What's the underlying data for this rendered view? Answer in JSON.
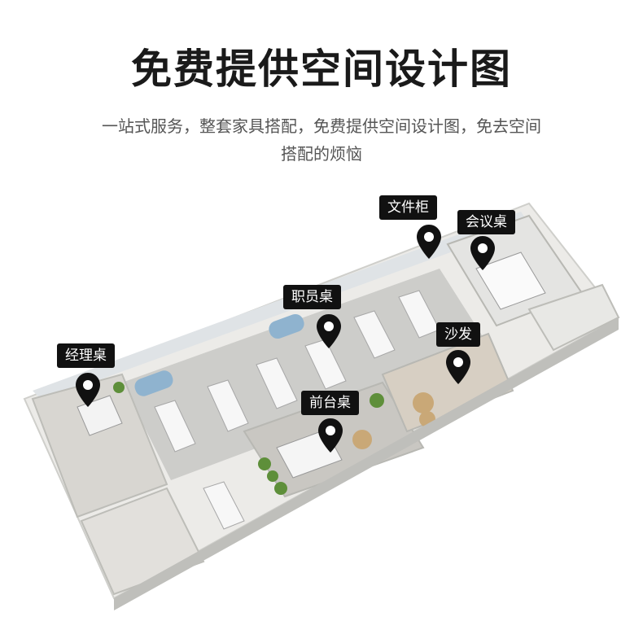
{
  "header": {
    "title": "免费提供空间设计图",
    "subtitle_line1": "一站式服务，整套家具搭配，免费提供空间设计图，免去空间",
    "subtitle_line2": "搭配的烦恼"
  },
  "labels": {
    "file_cabinet": "文件柜",
    "meeting_table": "会议桌",
    "staff_desk": "职员桌",
    "sofa": "沙发",
    "manager_desk": "经理桌",
    "reception_desk": "前台桌"
  },
  "colors": {
    "pin": "#111111",
    "tag_bg": "#111111",
    "tag_text": "#ffffff",
    "floor": "#d9d9d6",
    "wall": "#f2f2f0",
    "sofa": "#8fb3cf"
  }
}
